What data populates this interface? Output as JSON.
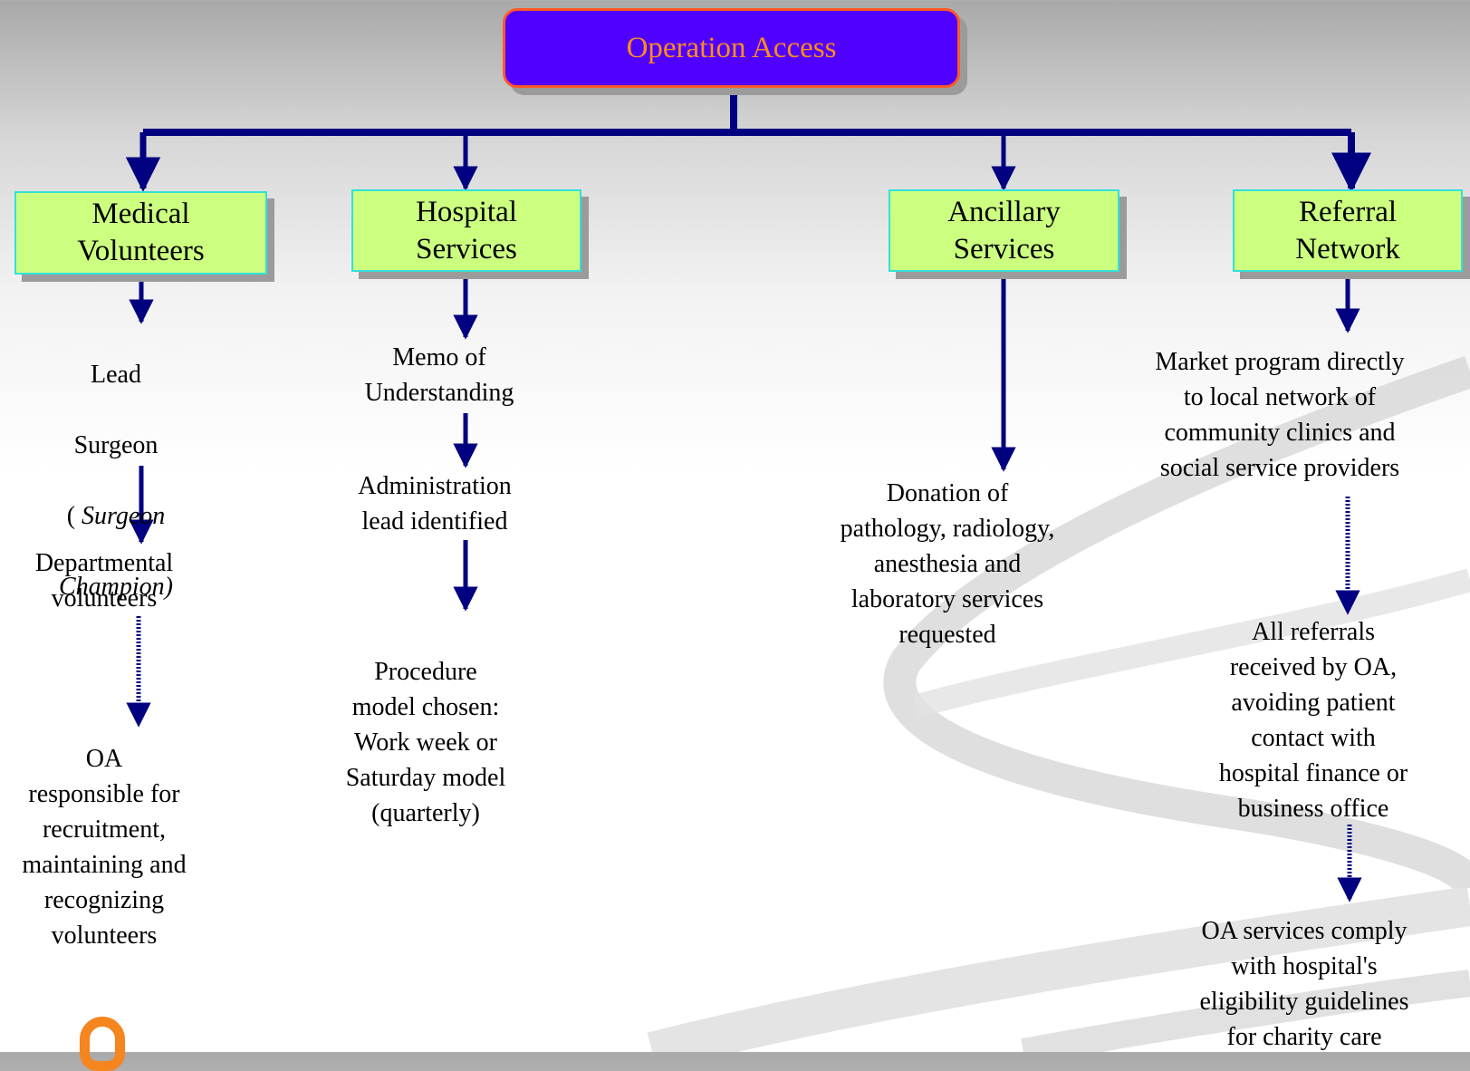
{
  "diagram": {
    "root": {
      "label": "Operation Access"
    },
    "branches": [
      {
        "heading_lines": [
          "Medical",
          "Volunteers"
        ],
        "steps": [
          {
            "lines": [
              "Lead",
              "Surgeon"
            ],
            "italic_prefix": "( ",
            "italic_lines": [
              "Surgeon",
              "Champion)"
            ]
          },
          {
            "text": "Departmental\nvolunteers"
          },
          {
            "text": "OA\nresponsible for\nrecruitment,\nmaintaining and\nrecognizing\nvolunteers"
          }
        ]
      },
      {
        "heading_lines": [
          "Hospital",
          "Services"
        ],
        "steps": [
          {
            "text": "Memo of\nUnderstanding"
          },
          {
            "text": "Administration\nlead identified"
          },
          {
            "text": "Procedure\nmodel chosen:\nWork week or\nSaturday model\n(quarterly)"
          }
        ]
      },
      {
        "heading_lines": [
          "Ancillary",
          "Services"
        ],
        "steps": [
          {
            "text": "Donation of\npathology, radiology,\nanesthesia and\nlaboratory services\nrequested"
          }
        ]
      },
      {
        "heading_lines": [
          "Referral",
          "Network"
        ],
        "steps": [
          {
            "text": "Market program directly\nto local network of\ncommunity clinics and\nsocial service providers"
          },
          {
            "text": "All referrals\nreceived by OA,\navoiding patient\ncontact with\nhospital finance or\nbusiness office"
          },
          {
            "text": "OA services comply\nwith hospital's\neligibility guidelines\nfor charity care"
          }
        ]
      }
    ]
  },
  "colors": {
    "root_fill": "#4f00ff",
    "root_border": "#ff5a26",
    "root_text": "#ff8c1a",
    "box_fill": "#ccff80",
    "box_border": "#33e0d8",
    "connector": "#000080",
    "logo": "#f5851f"
  },
  "icons": {
    "logo": "operation-access-logo-o"
  }
}
